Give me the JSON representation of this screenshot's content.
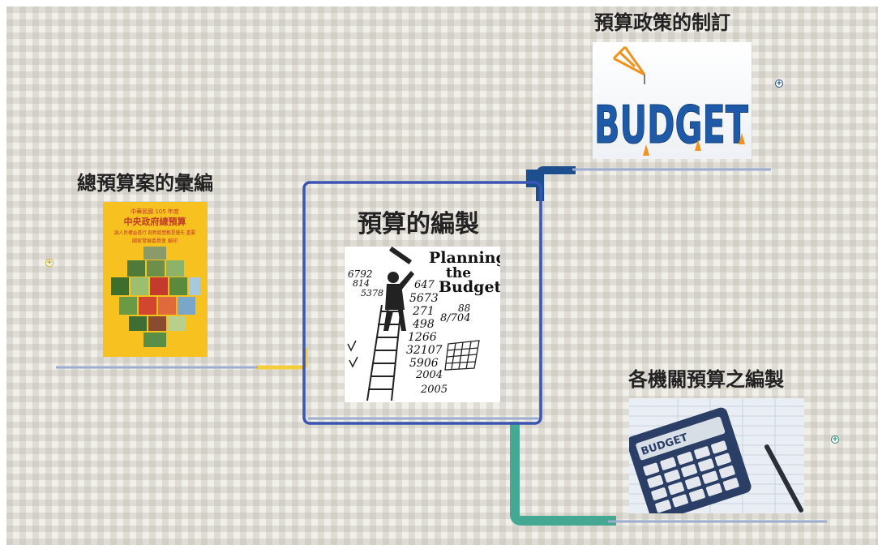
{
  "central_topic": {
    "title": "預算的編製",
    "image": {
      "heading_line1": "Planning",
      "heading_line2": "the",
      "heading_line3": "Budget",
      "numbers": [
        "6792",
        "814",
        "5378",
        "647",
        "5673",
        "271",
        "498",
        "1266",
        "32107",
        "5906",
        "88",
        "8/704",
        "2004",
        "2005"
      ]
    }
  },
  "branches": [
    {
      "title": "預算政策的制訂",
      "image": {
        "word": "BUDGET"
      }
    },
    {
      "title": "總預算案的彙編",
      "image": {
        "line1": "中華民國 105 年度",
        "line2": "中央政府總預算",
        "line3": "論人民權益進行 創新經營都是優先 重要",
        "line4": "國家發展委員會 編印"
      }
    },
    {
      "title": "各機關預算之編製",
      "image": {
        "tag": "BUDGET"
      }
    }
  ],
  "colors": {
    "central_border": "#3a55b3",
    "branch_top": "#1d4f8f",
    "branch_left": "#f4cc3c",
    "branch_bottom": "#45a892",
    "underline": "#9cadd0"
  },
  "icons": [
    "expand-icon"
  ]
}
